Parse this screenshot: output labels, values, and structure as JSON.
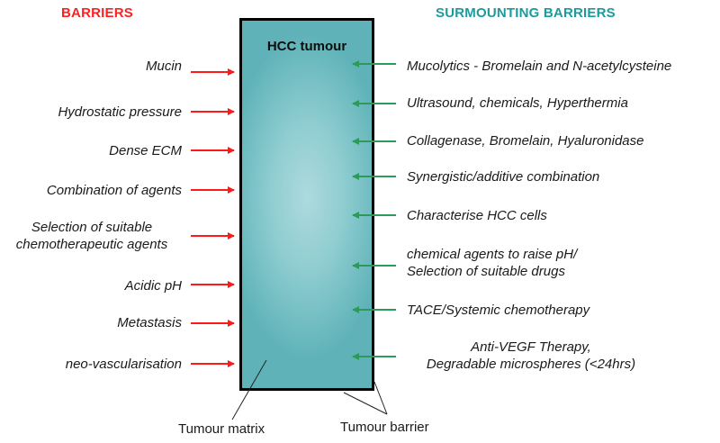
{
  "headers": {
    "barriers": "BARRIERS",
    "surmounting": "SURMOUNTING BARRIERS"
  },
  "tumour": {
    "title": "HCC tumour"
  },
  "barriers": [
    "Mucin",
    "Hydrostatic pressure",
    "Dense ECM",
    "Combination of agents",
    "Selection of suitable\nchemotherapeutic agents",
    "Acidic pH",
    "Metastasis",
    "neo-vascularisation"
  ],
  "solutions": [
    "Mucolytics - Bromelain and N-acetylcysteine",
    "Ultrasound, chemicals, Hyperthermia",
    "Collagenase, Bromelain, Hyaluronidase",
    "Synergistic/additive combination",
    "Characterise HCC cells",
    "chemical agents to raise pH/\nSelection of suitable drugs",
    "TACE/Systemic chemotherapy",
    "Anti-VEGF Therapy,\nDegradable microspheres (<24hrs)"
  ],
  "bottom_labels": {
    "matrix": "Tumour  matrix",
    "barrier": "Tumour  barrier"
  },
  "colors": {
    "barrier_arrow": "#ff1a1a",
    "solution_arrow": "#2e9a5a",
    "header_right": "#1a9c9c"
  }
}
